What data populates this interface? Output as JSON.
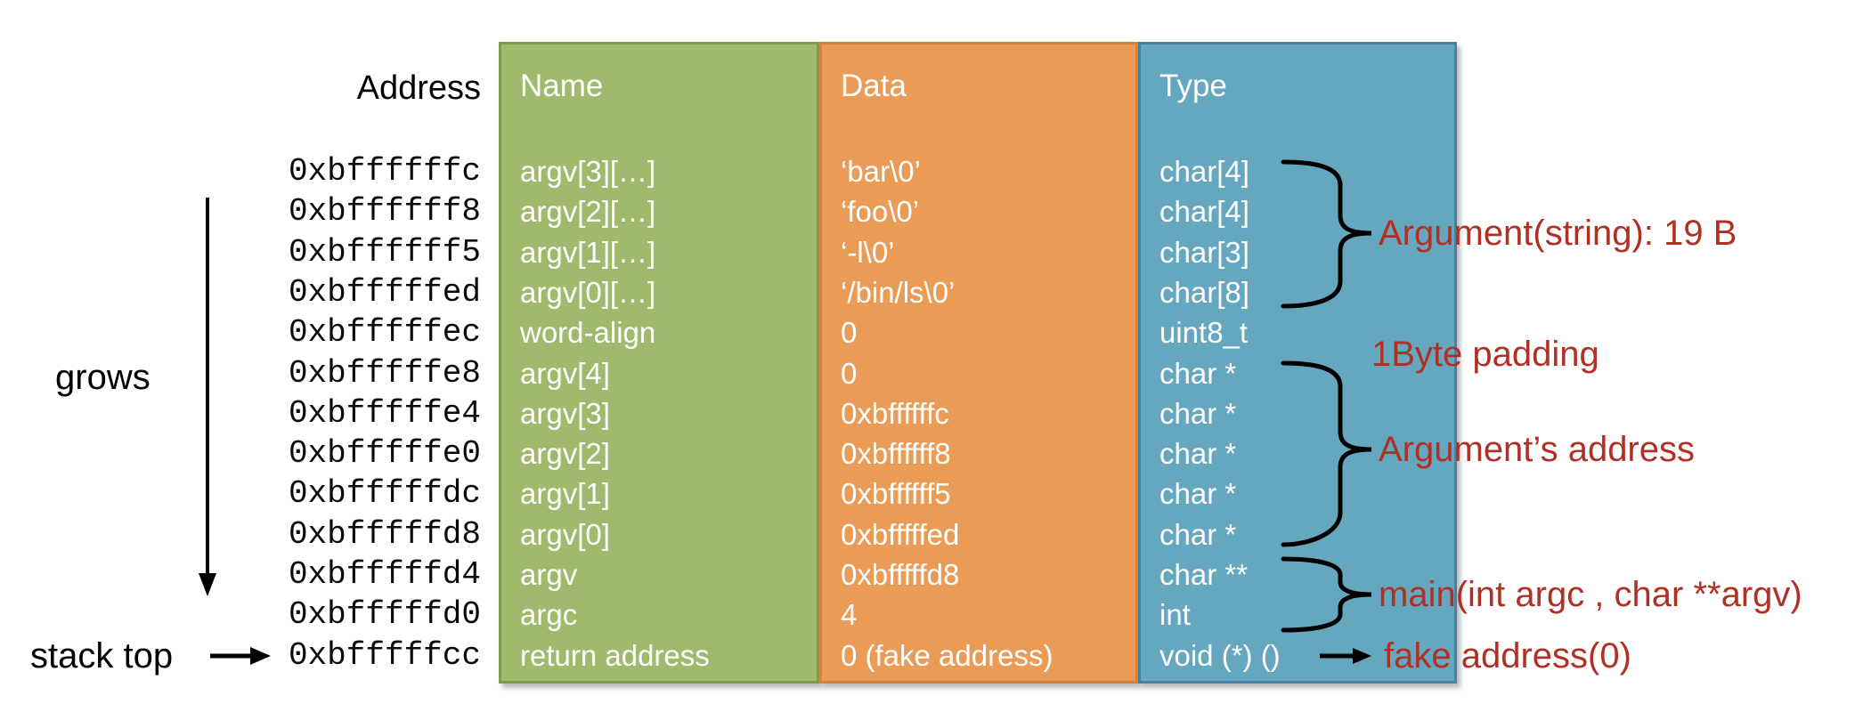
{
  "header": {
    "address": "Address",
    "name": "Name",
    "data": "Data",
    "type": "Type"
  },
  "side_labels": {
    "grows": "grows",
    "stack_top": "stack top"
  },
  "rows": [
    {
      "address": "0xbffffffc",
      "name": "argv[3][…]",
      "data": "‘bar\\0’",
      "type": "char[4]"
    },
    {
      "address": "0xbffffff8",
      "name": "argv[2][…]",
      "data": "‘foo\\0’",
      "type": "char[4]"
    },
    {
      "address": "0xbffffff5",
      "name": "argv[1][…]",
      "data": "‘-l\\0’",
      "type": "char[3]"
    },
    {
      "address": "0xbfffffed",
      "name": "argv[0][…]",
      "data": "‘/bin/ls\\0’",
      "type": "char[8]"
    },
    {
      "address": "0xbfffffec",
      "name": "word-align",
      "data": "0",
      "type": "uint8_t"
    },
    {
      "address": "0xbfffffe8",
      "name": "argv[4]",
      "data": "0",
      "type": "char *"
    },
    {
      "address": "0xbfffffe4",
      "name": "argv[3]",
      "data": "0xbffffffc",
      "type": "char *"
    },
    {
      "address": "0xbfffffe0",
      "name": "argv[2]",
      "data": "0xbffffff8",
      "type": "char *"
    },
    {
      "address": "0xbfffffdc",
      "name": "argv[1]",
      "data": "0xbffffff5",
      "type": "char *"
    },
    {
      "address": "0xbfffffd8",
      "name": "argv[0]",
      "data": "0xbfffffed",
      "type": "char *"
    },
    {
      "address": "0xbfffffd4",
      "name": "argv",
      "data": "0xbfffffd8",
      "type": "char **"
    },
    {
      "address": "0xbfffffd0",
      "name": "argc",
      "data": "4",
      "type": "int"
    },
    {
      "address": "0xbfffffcc",
      "name": "return address",
      "data": "0 (fake address)",
      "type": "void (*) ()"
    }
  ],
  "annotations": {
    "argument_string": "Argument(string): 19 B",
    "padding": "1Byte padding",
    "argument_address": "Argument’s address",
    "main_signature": "main(int argc , char **argv)",
    "fake_address": "fake address(0)"
  },
  "colors": {
    "name_fill": "#a0b96c",
    "name_border": "#7f9c4b",
    "data_fill": "#ea9c57",
    "data_border": "#d4823d",
    "type_fill": "#66a7c0",
    "type_border": "#47819b",
    "annotation_red": "#b03026"
  }
}
